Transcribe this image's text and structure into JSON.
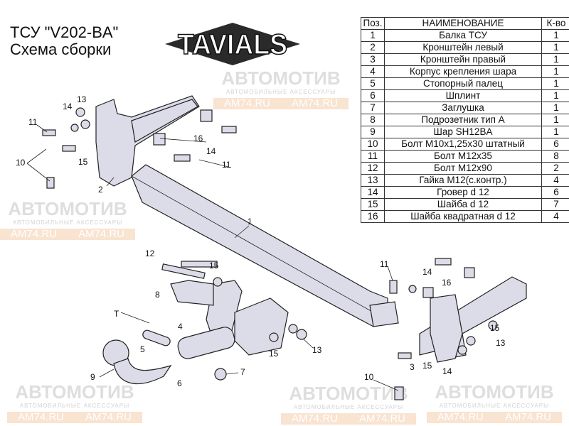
{
  "header": {
    "title_line1": "ТСУ  \"V202-BA\"",
    "title_line2": "Схема сборки",
    "logo_text": "TAVIALS"
  },
  "watermark": {
    "brand": "АВТОМОТИВ",
    "tagline": "АВТОМОБИЛЬНЫЕ АКСЕССУАРЫ",
    "site": "AM74.RU"
  },
  "table": {
    "headers": [
      "Поз.",
      "НАИМЕНОВАНИЕ",
      "К-во"
    ],
    "rows": [
      [
        "1",
        "Балка ТСУ",
        "1"
      ],
      [
        "2",
        "Кронштейн левый",
        "1"
      ],
      [
        "3",
        "Кронштейн правый",
        "1"
      ],
      [
        "4",
        "Корпус крепления шара",
        "1"
      ],
      [
        "5",
        "Стопорный палец",
        "1"
      ],
      [
        "6",
        "Шплинт",
        "1"
      ],
      [
        "7",
        "Заглушка",
        "1"
      ],
      [
        "8",
        "Подрозетник тип А",
        "1"
      ],
      [
        "9",
        "Шар SH12BA",
        "1"
      ],
      [
        "10",
        "Болт М10х1,25х30 штатный",
        "6"
      ],
      [
        "11",
        "Болт М12х35",
        "8"
      ],
      [
        "12",
        "Болт М12х90",
        "2"
      ],
      [
        "13",
        "Гайка М12(с.контр.)",
        "4"
      ],
      [
        "14",
        "Гровер d 12",
        "6"
      ],
      [
        "15",
        "Шайба d 12",
        "7"
      ],
      [
        "16",
        "Шайба квадратная d 12",
        "4"
      ]
    ]
  },
  "callouts": [
    "13",
    "14",
    "11",
    "10",
    "15",
    "2",
    "16",
    "14",
    "11",
    "1",
    "12",
    "15",
    "8",
    "T",
    "4",
    "5",
    "9",
    "6",
    "7",
    "15",
    "13",
    "11",
    "14",
    "16",
    "15",
    "13",
    "14",
    "3",
    "15",
    "10"
  ],
  "colors": {
    "part_fill": "#dcdbe8",
    "watermark_orange": "#f6d2b4"
  }
}
